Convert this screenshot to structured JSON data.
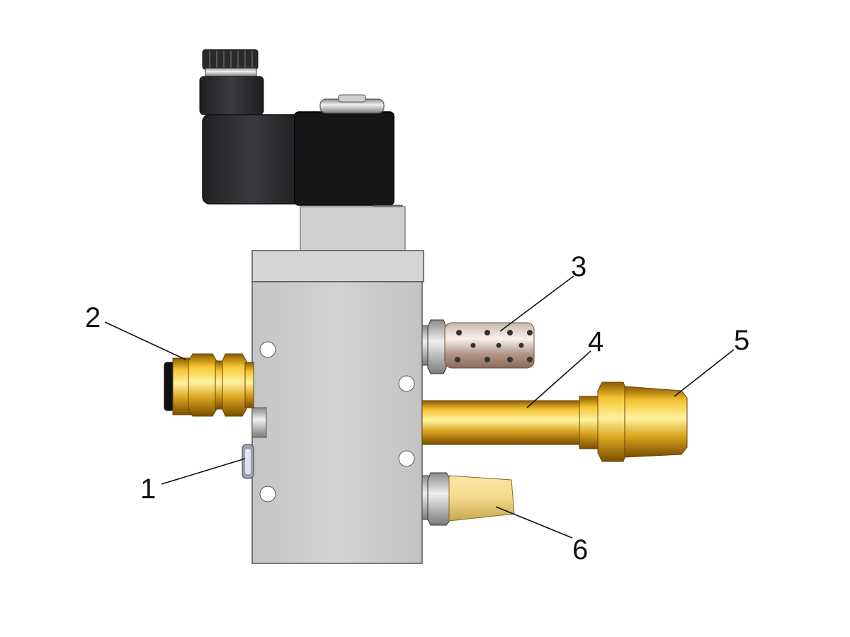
{
  "callouts": [
    {
      "id": "1",
      "label": "1"
    },
    {
      "id": "2",
      "label": "2"
    },
    {
      "id": "3",
      "label": "3"
    },
    {
      "id": "4",
      "label": "4"
    },
    {
      "id": "5",
      "label": "5"
    },
    {
      "id": "6",
      "label": "6"
    }
  ],
  "colors": {
    "body": "#c9cacb",
    "coil": "#2b2c2e",
    "brass": "#d9a520",
    "steel": "#b8b8b8",
    "outline": "#222222"
  }
}
